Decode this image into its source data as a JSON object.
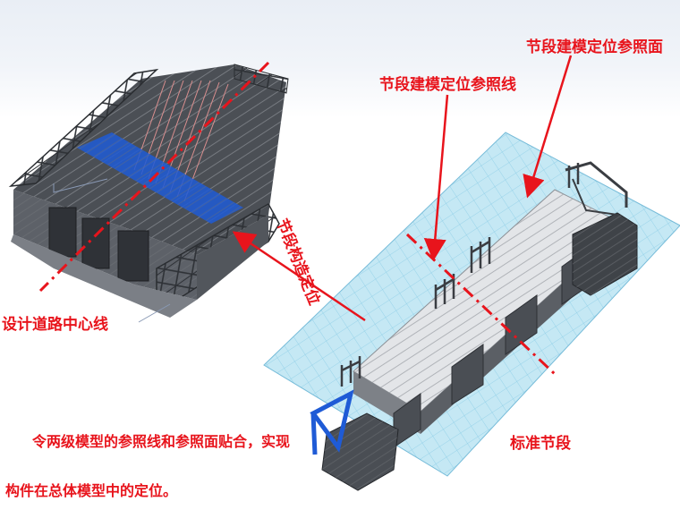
{
  "labels": {
    "reference_face": "节段建模定位参照面",
    "reference_line": "节段建模定位参照线",
    "segment_locating": "节段构造定位",
    "road_centerline": "设计道路中心线",
    "standard_segment": "标准节段"
  },
  "note": {
    "line1": "令两级模型的参照线和参照面贴合，实现",
    "line2": "构件在总体模型中的定位。"
  },
  "colors": {
    "annotation_red": "#e8141c",
    "plane_fill": "#bfe6f3",
    "plane_grid": "#8ccde6",
    "steel_dark": "#3a3d42",
    "steel_mid": "#6f747b",
    "highlight_blue": "#1f5bd6"
  }
}
